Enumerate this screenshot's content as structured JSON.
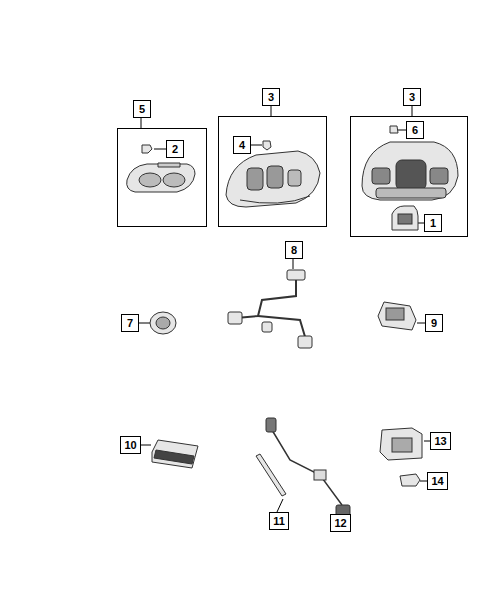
{
  "diagram": {
    "nodes": [
      {
        "text": [
          "5"
        ]
      },
      {
        "text": [
          "2"
        ],
        "in": 0
      },
      {
        "text": [
          "3"
        ]
      },
      {
        "text": [
          "4"
        ],
        "in": 2
      },
      {
        "text": [
          "3"
        ]
      },
      {
        "text": [
          "6"
        ],
        "in": 4
      },
      {
        "text": [
          "1"
        ],
        "in": 4
      },
      {
        "text": [
          "8"
        ]
      },
      {
        "text": [
          "7"
        ]
      },
      {
        "text": [
          "9"
        ]
      },
      {
        "text": [
          "10"
        ]
      },
      {
        "text": [
          "13"
        ]
      },
      {
        "text": [
          "14"
        ]
      },
      {
        "text": [
          "11"
        ]
      },
      {
        "text": [
          "12"
        ]
      }
    ]
  }
}
